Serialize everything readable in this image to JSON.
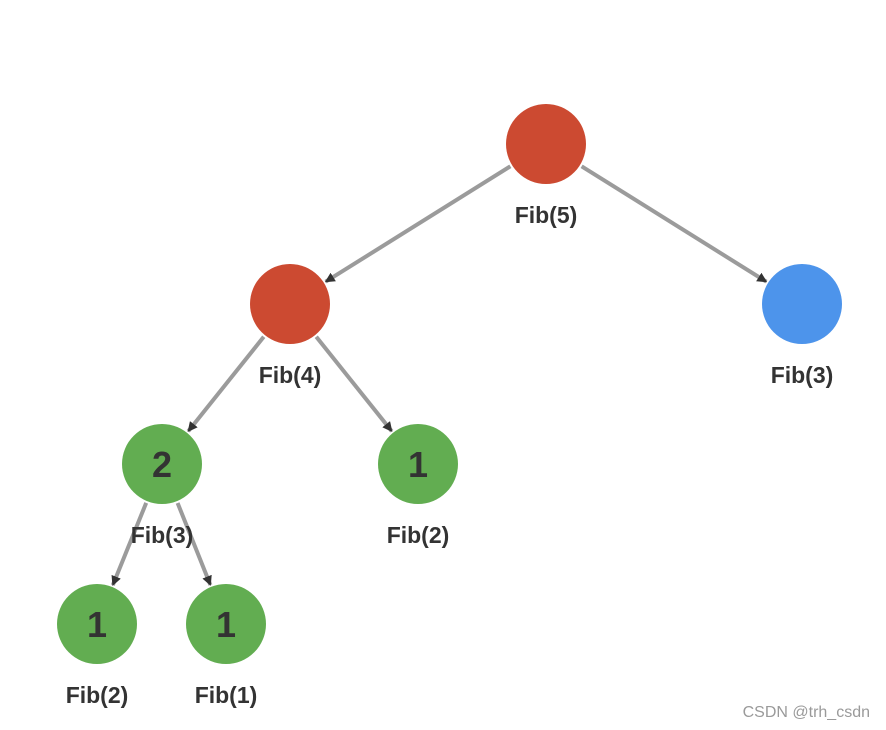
{
  "colors": {
    "edge": "#9b9b9b",
    "arrow_head": "#333333",
    "text": "#333333",
    "computing": "#cc4a31",
    "pending": "#4d94eb",
    "resolved": "#62ad51"
  },
  "nodes": [
    {
      "id": "fib5-root",
      "label": "Fib(5)",
      "value": "",
      "state": "computing"
    },
    {
      "id": "fib4",
      "label": "Fib(4)",
      "value": "",
      "state": "computing"
    },
    {
      "id": "fib3-right",
      "label": "Fib(3)",
      "value": "",
      "state": "pending"
    },
    {
      "id": "fib3-left",
      "label": "Fib(3)",
      "value": "2",
      "state": "resolved"
    },
    {
      "id": "fib2-mid",
      "label": "Fib(2)",
      "value": "1",
      "state": "resolved"
    },
    {
      "id": "fib2-leaf",
      "label": "Fib(2)",
      "value": "1",
      "state": "resolved"
    },
    {
      "id": "fib1-leaf",
      "label": "Fib(1)",
      "value": "1",
      "state": "resolved"
    }
  ],
  "edges": [
    {
      "from": "fib5-root",
      "to": "fib4"
    },
    {
      "from": "fib5-root",
      "to": "fib3-right"
    },
    {
      "from": "fib4",
      "to": "fib3-left"
    },
    {
      "from": "fib4",
      "to": "fib2-mid"
    },
    {
      "from": "fib3-left",
      "to": "fib2-leaf"
    },
    {
      "from": "fib3-left",
      "to": "fib1-leaf"
    }
  ],
  "watermark": "CSDN @trh_csdn"
}
